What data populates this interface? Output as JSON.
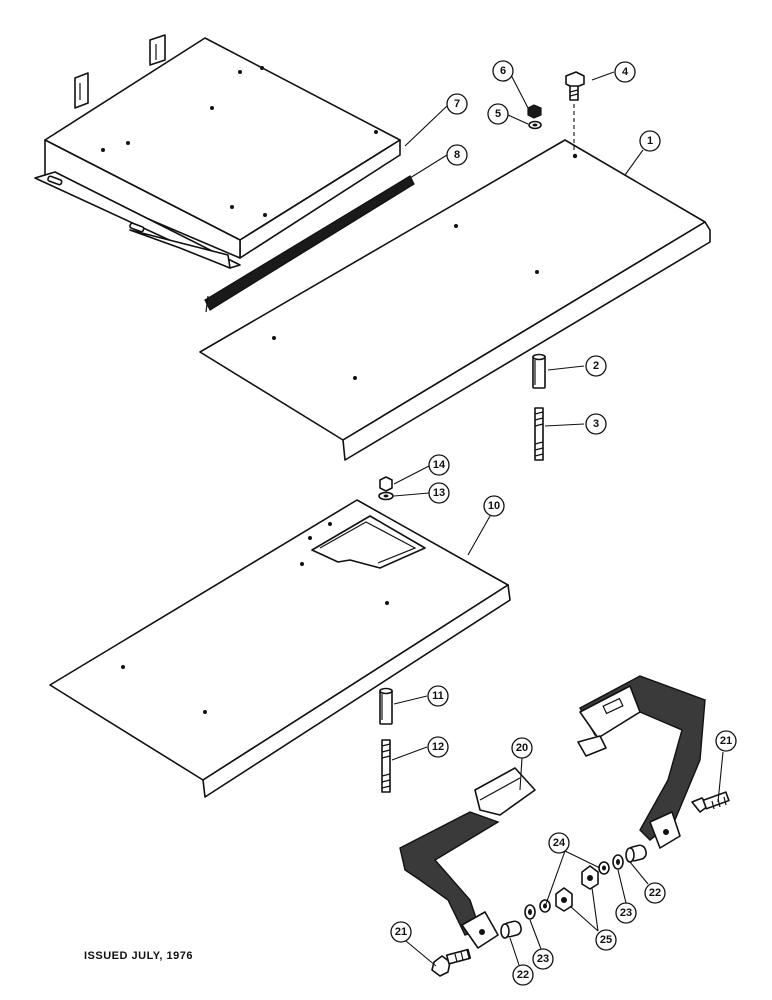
{
  "footer": {
    "issued": "ISSUED JULY, 1976"
  },
  "callouts": {
    "c1": "1",
    "c2": "2",
    "c3": "3",
    "c4": "4",
    "c5": "5",
    "c6": "6",
    "c7": "7",
    "c8": "8",
    "c10": "10",
    "c11": "11",
    "c12": "12",
    "c13": "13",
    "c14": "14",
    "c20": "20",
    "c21a": "21",
    "c21b": "21",
    "c22a": "22",
    "c22b": "22",
    "c23a": "23",
    "c23b": "23",
    "c24": "24",
    "c25": "25"
  }
}
